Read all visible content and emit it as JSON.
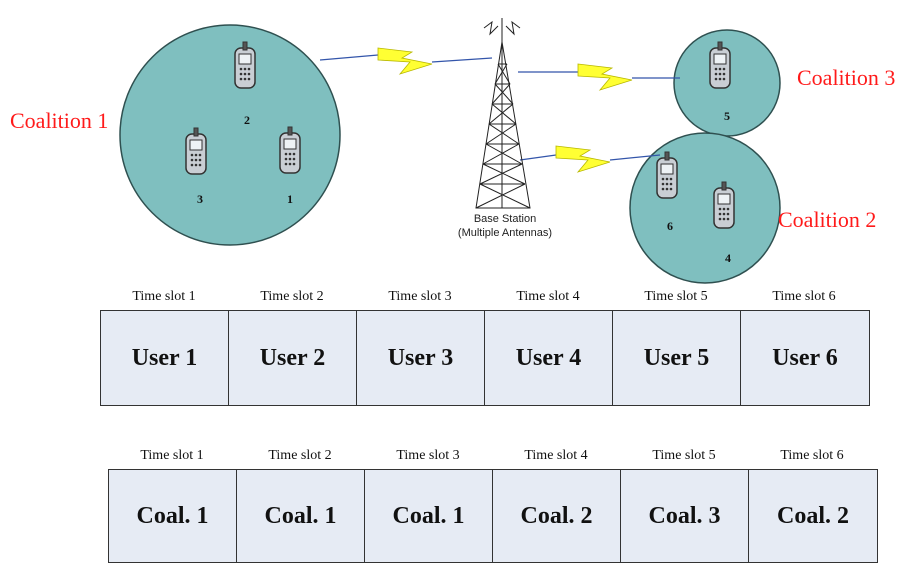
{
  "coalitions": [
    {
      "label": "Coalition 1"
    },
    {
      "label": "Coalition 2"
    },
    {
      "label": "Coalition 3"
    }
  ],
  "phones": [
    "1",
    "2",
    "3",
    "4",
    "5",
    "6"
  ],
  "base_station": {
    "line1": "Base Station",
    "line2": "(Multiple Antennas)"
  },
  "colors": {
    "coalition_fill": "#7fbfbf",
    "label_red": "#ff1a1a",
    "bolt": "#ffff33",
    "cell_fill": "#e6ebf4"
  },
  "schedule_users": {
    "slots": [
      "Time slot 1",
      "Time slot 2",
      "Time slot 3",
      "Time slot 4",
      "Time slot 5",
      "Time slot 6"
    ],
    "cells": [
      "User 1",
      "User 2",
      "User 3",
      "User 4",
      "User 5",
      "User 6"
    ]
  },
  "schedule_coalitions": {
    "slots": [
      "Time slot 1",
      "Time slot 2",
      "Time slot 3",
      "Time slot 4",
      "Time slot 5",
      "Time slot 6"
    ],
    "cells": [
      "Coal. 1",
      "Coal. 1",
      "Coal. 1",
      "Coal. 2",
      "Coal. 3",
      "Coal. 2"
    ]
  }
}
